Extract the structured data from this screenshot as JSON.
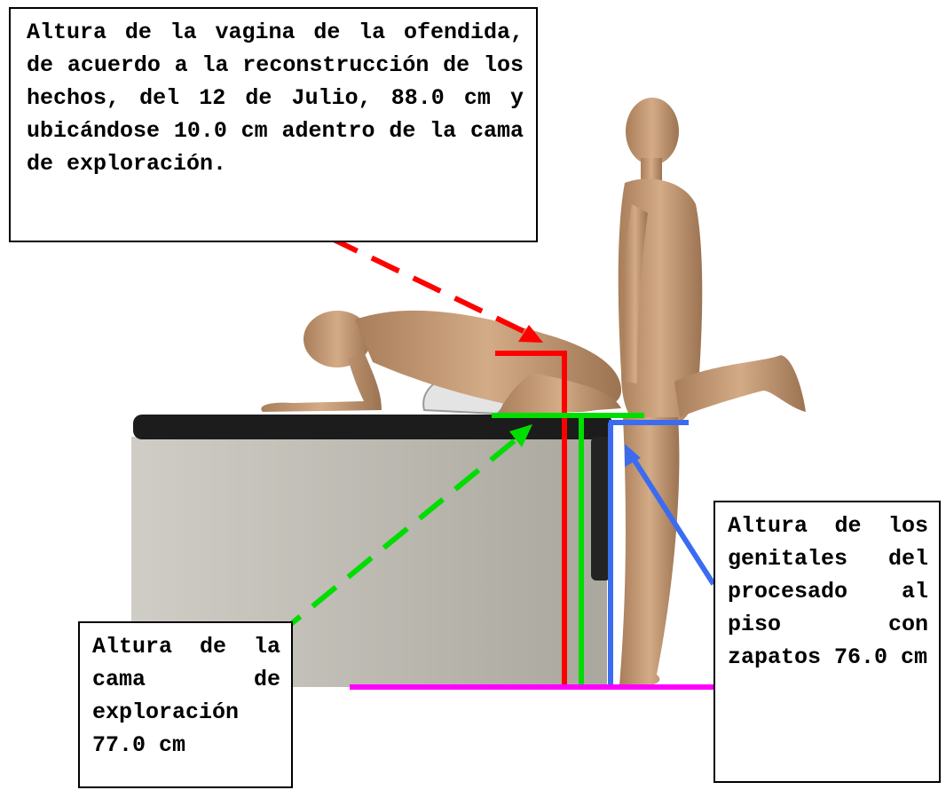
{
  "annotations": {
    "vagina_height": "Altura de la vagina de la ofendida, de acuerdo a la reconstrucción de los hechos, del 12 de Julio,  88.0 cm y ubicándose 10.0 cm adentro de la cama de exploración.",
    "bed_height": "Altura de la cama de exploración 77.0 cm",
    "genitals_height": "Altura de los genitales del procesado al piso con zapatos 76.0 cm"
  },
  "colors": {
    "vagina_marker": "#ff0000",
    "bed_marker": "#00dd00",
    "genitals_marker": "#3b6cf0",
    "floor_line": "#ff00ff",
    "skin": "#c8a07a",
    "bed_base": "#b5b3aa",
    "bed_pad": "#1c1c1c"
  },
  "icons": [
    "female-figure",
    "male-figure",
    "examination-bed",
    "pillow"
  ]
}
